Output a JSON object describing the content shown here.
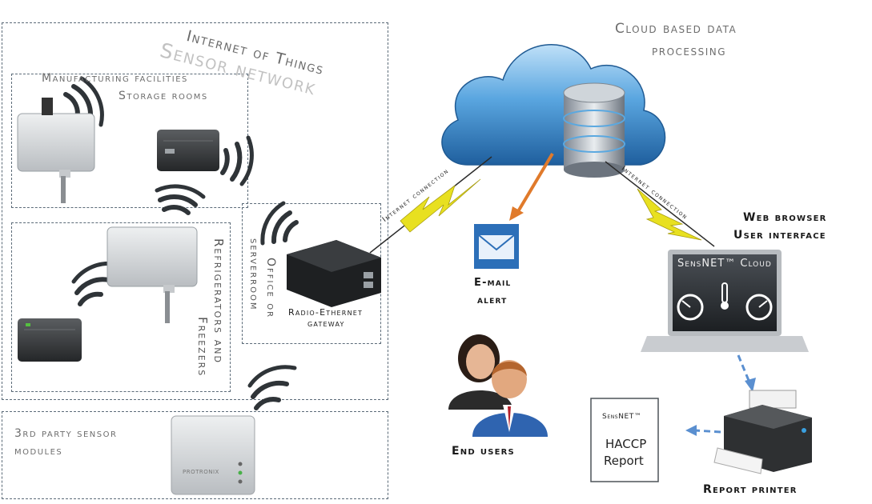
{
  "iot": {
    "title_line1": "Internet of Things",
    "title_line2": "Sensor network"
  },
  "cloud": {
    "title_line1": "Cloud based data",
    "title_line2": "processing"
  },
  "zones": {
    "manufacturing_line1": "Manufacturing facilities",
    "manufacturing_line2": "Storage rooms",
    "refrigerators_line1": "Refrigerators and",
    "refrigerators_line2": "Freezers",
    "office_line1": "Office or",
    "office_line2": "serverroom",
    "third_party_line1": "3rd party sensor",
    "third_party_line2": "modules"
  },
  "gateway": {
    "line1": "Radio-Ethernet",
    "line2": "gateway"
  },
  "connections": {
    "left": "Internet connection",
    "right": "Internet connection"
  },
  "email": {
    "line1": "E-mail",
    "line2": "alert"
  },
  "end_users": "End users",
  "web": {
    "line1": "Web browser",
    "line2": "User interface"
  },
  "laptop_screen": {
    "brand": "SensNET™ Cloud"
  },
  "report": {
    "brand": "SensNET™",
    "line1": "HACCP",
    "line2": "Report"
  },
  "printer": "Report printer",
  "module_brand": "PROTRONIX",
  "colors": {
    "cloud": "#3f8fd1",
    "email_arrow": "#e07a2b",
    "dashed_arrow": "#5a8fd0",
    "bolt": "#e8e020"
  }
}
